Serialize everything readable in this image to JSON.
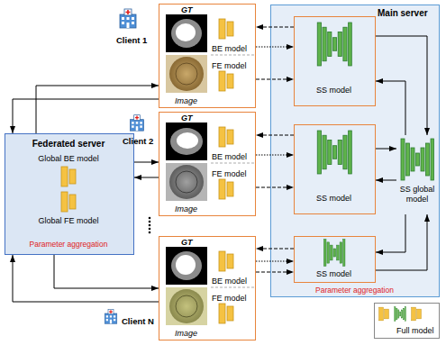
{
  "diagram": {
    "nodes": [
      {
        "text": [
          "Client 1",
          "GT",
          "BE model",
          "FE model",
          "Image"
        ]
      },
      {
        "text": [
          "Client 2",
          "GT",
          "BE model",
          "FE model",
          "Image"
        ]
      },
      {
        "text": [
          "Client N",
          "GT",
          "BE model",
          "FE model",
          "Image"
        ]
      },
      {
        "text": [
          "Federated server",
          "Global BE model",
          "Global FE model",
          "Parameter aggregation"
        ]
      },
      {
        "text": [
          "Main server",
          "Parameter aggregation"
        ]
      },
      {
        "text": [
          "SS model"
        ],
        "in": 4
      },
      {
        "text": [
          "SS model"
        ],
        "in": 4
      },
      {
        "text": [
          "SS model"
        ],
        "in": 4
      },
      {
        "text": [
          "SS global model"
        ],
        "in": 4
      }
    ],
    "edges": [
      {
        "from": 5,
        "to": 0,
        "arrow": "to"
      },
      {
        "from": 0,
        "to": 5,
        "arrow": "to"
      },
      {
        "from": 0,
        "to": 5,
        "arrow": "to"
      },
      {
        "from": 6,
        "to": 1,
        "arrow": "to"
      },
      {
        "from": 1,
        "to": 6,
        "arrow": "to"
      },
      {
        "from": 1,
        "to": 6,
        "arrow": "to"
      },
      {
        "from": 7,
        "to": 2,
        "arrow": "to"
      },
      {
        "from": 2,
        "to": 7,
        "arrow": "to"
      },
      {
        "from": 2,
        "to": 7,
        "arrow": "to"
      },
      {
        "from": 5,
        "to": 8,
        "arrow": "to"
      },
      {
        "from": 8,
        "to": 5,
        "arrow": "to"
      },
      {
        "from": 6,
        "to": 8,
        "arrow": "to"
      },
      {
        "from": 8,
        "to": 6,
        "arrow": "to"
      },
      {
        "from": 7,
        "to": 8,
        "arrow": "to"
      },
      {
        "from": 8,
        "to": 7,
        "arrow": "to"
      },
      {
        "from": 0,
        "to": 3,
        "arrow": "to"
      },
      {
        "from": 3,
        "to": 0,
        "arrow": "to"
      },
      {
        "from": 1,
        "to": 3,
        "arrow": "to"
      },
      {
        "from": 3,
        "to": 1,
        "arrow": "to"
      },
      {
        "from": 2,
        "to": 3,
        "arrow": "to"
      },
      {
        "from": 3,
        "to": 2,
        "arrow": "to"
      }
    ],
    "legend": [
      {
        "text": "Full model"
      }
    ]
  }
}
